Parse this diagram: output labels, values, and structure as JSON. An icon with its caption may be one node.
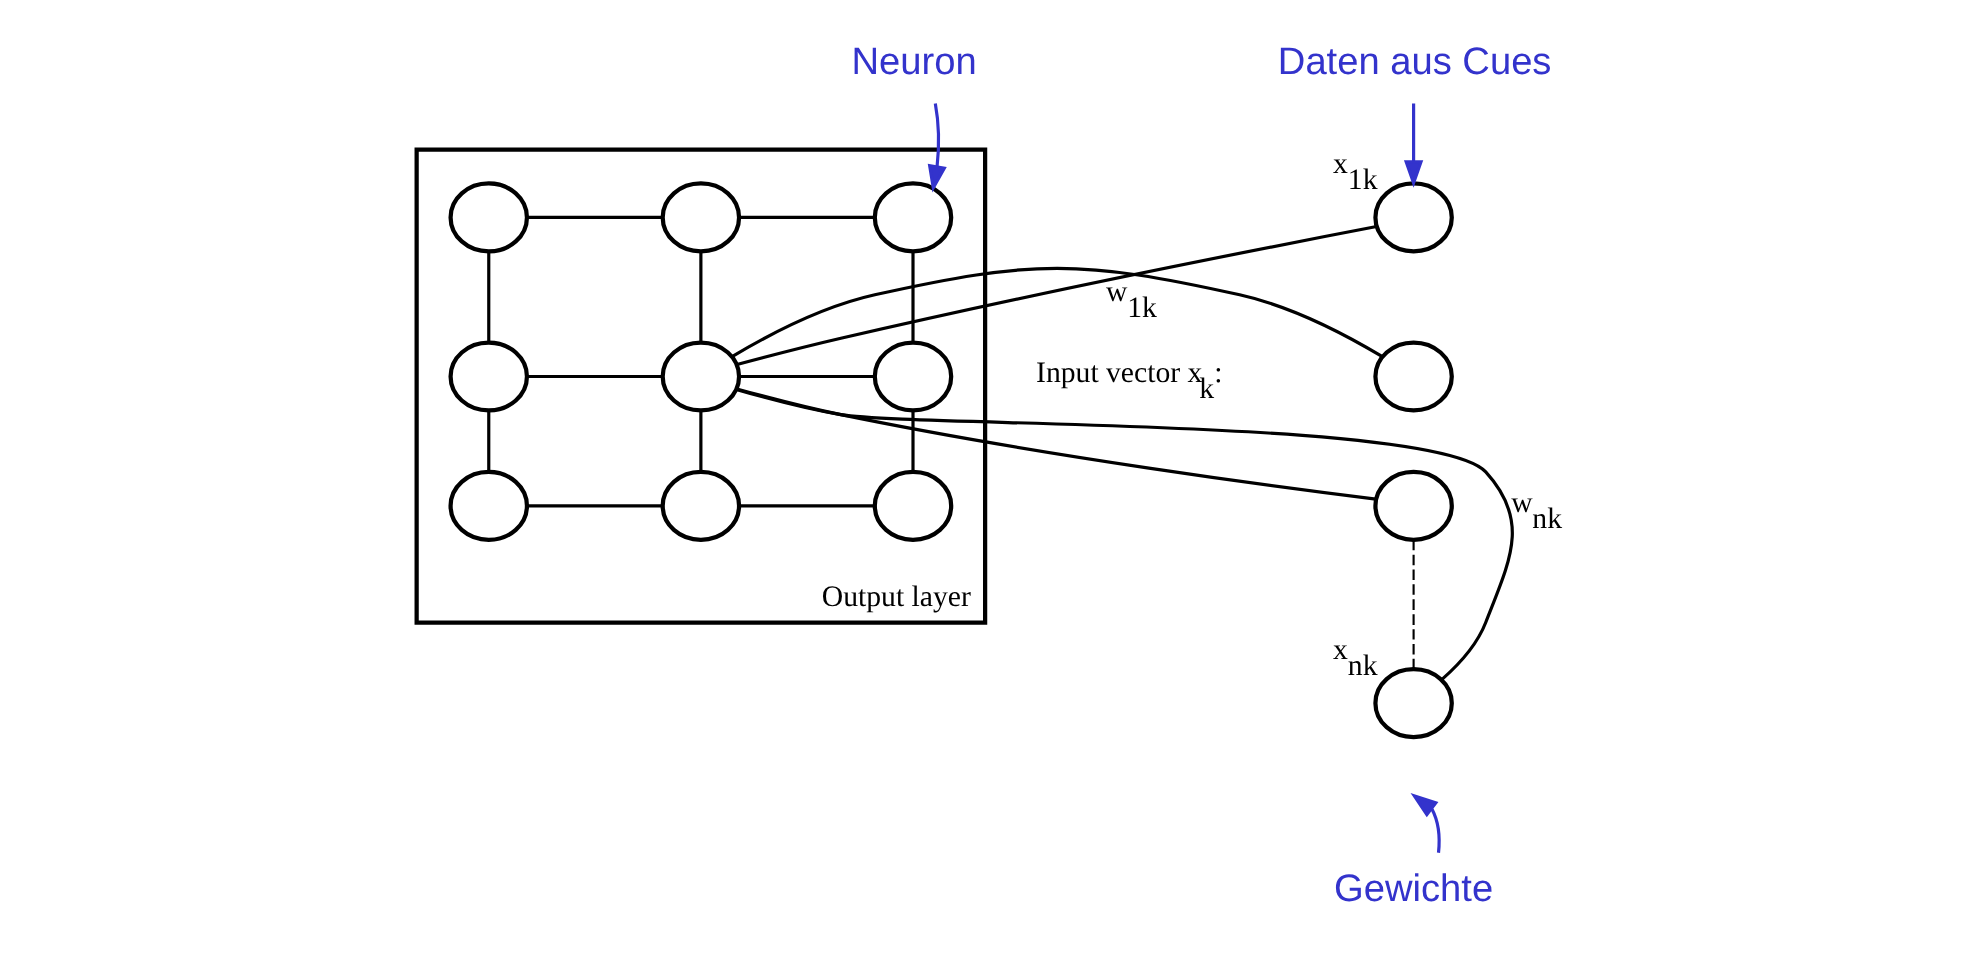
{
  "diagram": {
    "nodes": [
      {
        "text": [
          "Output layer"
        ]
      },
      {
        "text": [],
        "shape": "circle",
        "in": 0
      },
      {
        "text": [],
        "shape": "circle",
        "in": 0
      },
      {
        "text": [],
        "shape": "circle",
        "in": 0
      },
      {
        "text": [],
        "shape": "circle",
        "in": 0
      },
      {
        "text": [],
        "shape": "circle",
        "in": 0
      },
      {
        "text": [],
        "shape": "circle",
        "in": 0
      },
      {
        "text": [],
        "shape": "circle",
        "in": 0
      },
      {
        "text": [],
        "shape": "circle",
        "in": 0
      },
      {
        "text": [],
        "shape": "circle",
        "in": 0
      },
      {
        "text": [],
        "shape": "circle",
        "beside": [
          "x$_{1k}$"
        ]
      },
      {
        "text": [],
        "shape": "circle"
      },
      {
        "text": [],
        "shape": "circle"
      },
      {
        "text": [],
        "shape": "circle",
        "beside": [
          "x$_{nk}$"
        ]
      },
      {
        "text": [
          "Daten aus Cues"
        ]
      },
      {
        "text": [
          "Neuron"
        ]
      },
      {
        "text": [
          "Gewichte"
        ]
      }
    ],
    "edges": [
      {
        "from": 1,
        "to": 2,
        "arrow": "none"
      },
      {
        "from": 2,
        "to": 3,
        "arrow": "none"
      },
      {
        "from": 4,
        "to": 5,
        "arrow": "none"
      },
      {
        "from": 5,
        "to": 6,
        "arrow": "none"
      },
      {
        "from": 7,
        "to": 8,
        "arrow": "none"
      },
      {
        "from": 8,
        "to": 9,
        "arrow": "none"
      },
      {
        "from": 1,
        "to": 4,
        "arrow": "none"
      },
      {
        "from": 4,
        "to": 7,
        "arrow": "none"
      },
      {
        "from": 2,
        "to": 5,
        "arrow": "none"
      },
      {
        "from": 5,
        "to": 8,
        "arrow": "none"
      },
      {
        "from": 3,
        "to": 6,
        "arrow": "none"
      },
      {
        "from": 6,
        "to": 9,
        "arrow": "none"
      },
      {
        "from": 10,
        "to": 5,
        "arrow": "none",
        "label": "w$_{1k}$"
      },
      {
        "from": 11,
        "to": 5,
        "arrow": "none"
      },
      {
        "from": 12,
        "to": 5,
        "arrow": "none"
      },
      {
        "from": 13,
        "to": 5,
        "arrow": "none",
        "label": "w$_{nk}$"
      },
      {
        "from": 12,
        "to": 13,
        "arrow": "none",
        "style": "dashed"
      },
      {
        "from": 14,
        "to": 10,
        "arrow": "to",
        "color": "#3333cc"
      },
      {
        "from": 15,
        "to": 3,
        "arrow": "to",
        "color": "#3333cc"
      },
      {
        "from": 16,
        "to": null,
        "arrow": "to",
        "color": "#3333cc"
      }
    ],
    "labels": [
      "Input vector x$_{k}$:"
    ]
  }
}
